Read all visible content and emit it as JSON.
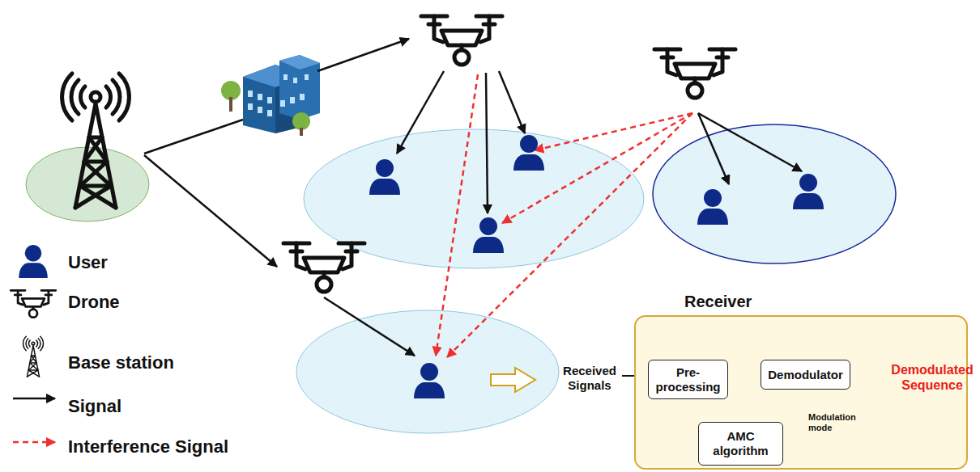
{
  "diagram": {
    "nodes": [
      {
        "text": [
          "Receiver"
        ]
      },
      {
        "text": [
          "Pre- processing"
        ],
        "in": 0
      },
      {
        "text": [
          "Demodulator"
        ],
        "in": 0
      },
      {
        "text": [
          "AMC algorithm"
        ],
        "in": 0
      }
    ],
    "edges": [
      {
        "from": 1,
        "to": 2,
        "arrow": "to"
      },
      {
        "from": 1,
        "to": 3,
        "arrow": "to"
      },
      {
        "from": 3,
        "to": 2,
        "arrow": "to",
        "label": "Modulation mode"
      }
    ],
    "labels": [
      "Received Signals",
      "Demodulated Sequence"
    ],
    "legend": [
      {
        "text": "User"
      },
      {
        "text": "Drone"
      },
      {
        "text": "Base station"
      },
      {
        "text": "Signal"
      },
      {
        "text": "Interference Signal"
      }
    ]
  }
}
